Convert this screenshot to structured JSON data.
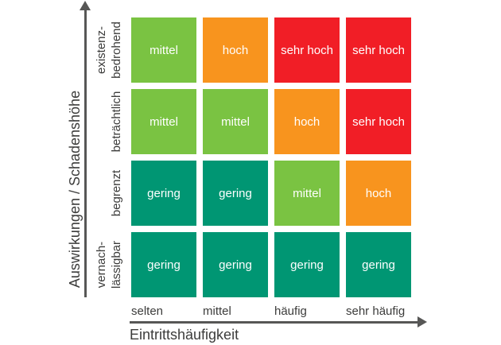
{
  "colors": {
    "gering": "#009673",
    "mittel": "#7AC342",
    "hoch": "#F8941E",
    "sehr-hoch": "#F11E26",
    "arrow": "#575756",
    "label_text": "#3C3C3B",
    "cell_text": "#FFFFFF"
  },
  "y_axis": {
    "title": "Auswirkungen / Schadenshöhe"
  },
  "x_axis": {
    "title": "Eintrittshäufigkeit",
    "categories": [
      "selten",
      "mittel",
      "häufig",
      "sehr häufig"
    ]
  },
  "matrix": {
    "rows": [
      {
        "label": "existenz-\nbedrohend",
        "cells": [
          {
            "label": "mittel",
            "level": "mittel"
          },
          {
            "label": "hoch",
            "level": "hoch"
          },
          {
            "label": "sehr hoch",
            "level": "sehr-hoch"
          },
          {
            "label": "sehr hoch",
            "level": "sehr-hoch"
          }
        ]
      },
      {
        "label": "beträchtlich",
        "cells": [
          {
            "label": "mittel",
            "level": "mittel"
          },
          {
            "label": "mittel",
            "level": "mittel"
          },
          {
            "label": "hoch",
            "level": "hoch"
          },
          {
            "label": "sehr hoch",
            "level": "sehr-hoch"
          }
        ]
      },
      {
        "label": "begrenzt",
        "cells": [
          {
            "label": "gering",
            "level": "gering"
          },
          {
            "label": "gering",
            "level": "gering"
          },
          {
            "label": "mittel",
            "level": "mittel"
          },
          {
            "label": "hoch",
            "level": "hoch"
          }
        ]
      },
      {
        "label": "vernach-\nlässigbar",
        "cells": [
          {
            "label": "gering",
            "level": "gering"
          },
          {
            "label": "gering",
            "level": "gering"
          },
          {
            "label": "gering",
            "level": "gering"
          },
          {
            "label": "gering",
            "level": "gering"
          }
        ]
      }
    ]
  },
  "chart_data": {
    "type": "heatmap",
    "title": "",
    "xlabel": "Eintrittshäufigkeit",
    "ylabel": "Auswirkungen / Schadenshöhe",
    "x_categories": [
      "selten",
      "mittel",
      "häufig",
      "sehr häufig"
    ],
    "y_categories_top_to_bottom": [
      "existenz-bedrohend",
      "beträchtlich",
      "begrenzt",
      "vernach-lässigbar"
    ],
    "values_top_to_bottom": [
      [
        "mittel",
        "hoch",
        "sehr hoch",
        "sehr hoch"
      ],
      [
        "mittel",
        "mittel",
        "hoch",
        "sehr hoch"
      ],
      [
        "gering",
        "gering",
        "mittel",
        "hoch"
      ],
      [
        "gering",
        "gering",
        "gering",
        "gering"
      ]
    ],
    "cell_colors": {
      "gering": "#009673",
      "mittel": "#7AC342",
      "hoch": "#F8941E",
      "sehr hoch": "#F11E26"
    },
    "legend_position": "none",
    "grid": false
  }
}
